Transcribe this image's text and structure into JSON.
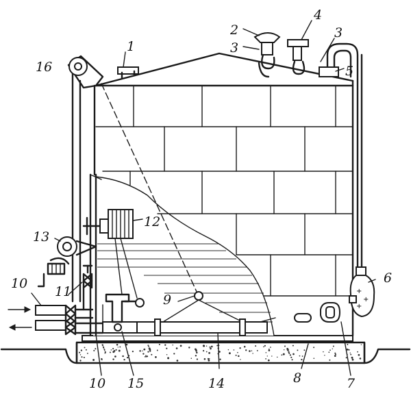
{
  "diagram": {
    "labels": {
      "l1": "1",
      "l2": "2",
      "l3a": "3",
      "l3b": "3",
      "l4": "4",
      "l5": "5",
      "l6": "6",
      "l7": "7",
      "l8": "8",
      "l9": "9",
      "l10a": "10",
      "l10b": "10",
      "l11": "11",
      "l12": "12",
      "l13": "13",
      "l14": "14",
      "l15": "15",
      "l16": "16"
    }
  }
}
